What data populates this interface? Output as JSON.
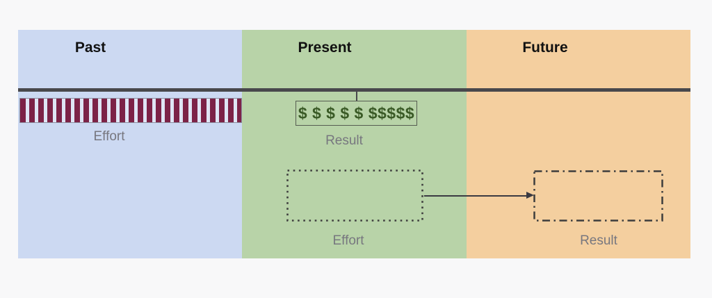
{
  "colors": {
    "page-bg": "#f8f8f9",
    "past-bg": "#ccd9f2",
    "present-bg": "#b8d3a8",
    "future-bg": "#f4cf9f",
    "timeline": "#48484c",
    "stripe": "#7c2247",
    "stripe-gap": "#dfe5f5",
    "dollar": "#3a5a26",
    "money-border": "#565c51",
    "box-border": "#3d3d3d",
    "arrow": "#3a3a42",
    "label": "#77777f",
    "header": "#111111"
  },
  "columns": [
    {
      "id": "past",
      "label": "Past"
    },
    {
      "id": "present",
      "label": "Present"
    },
    {
      "id": "future",
      "label": "Future"
    }
  ],
  "past": {
    "effort_label": "Effort"
  },
  "present": {
    "dollars": "$ $ $ $ $ $$$$$",
    "result_label": "Result",
    "effort_label": "Effort"
  },
  "future": {
    "result_label": "Result"
  }
}
